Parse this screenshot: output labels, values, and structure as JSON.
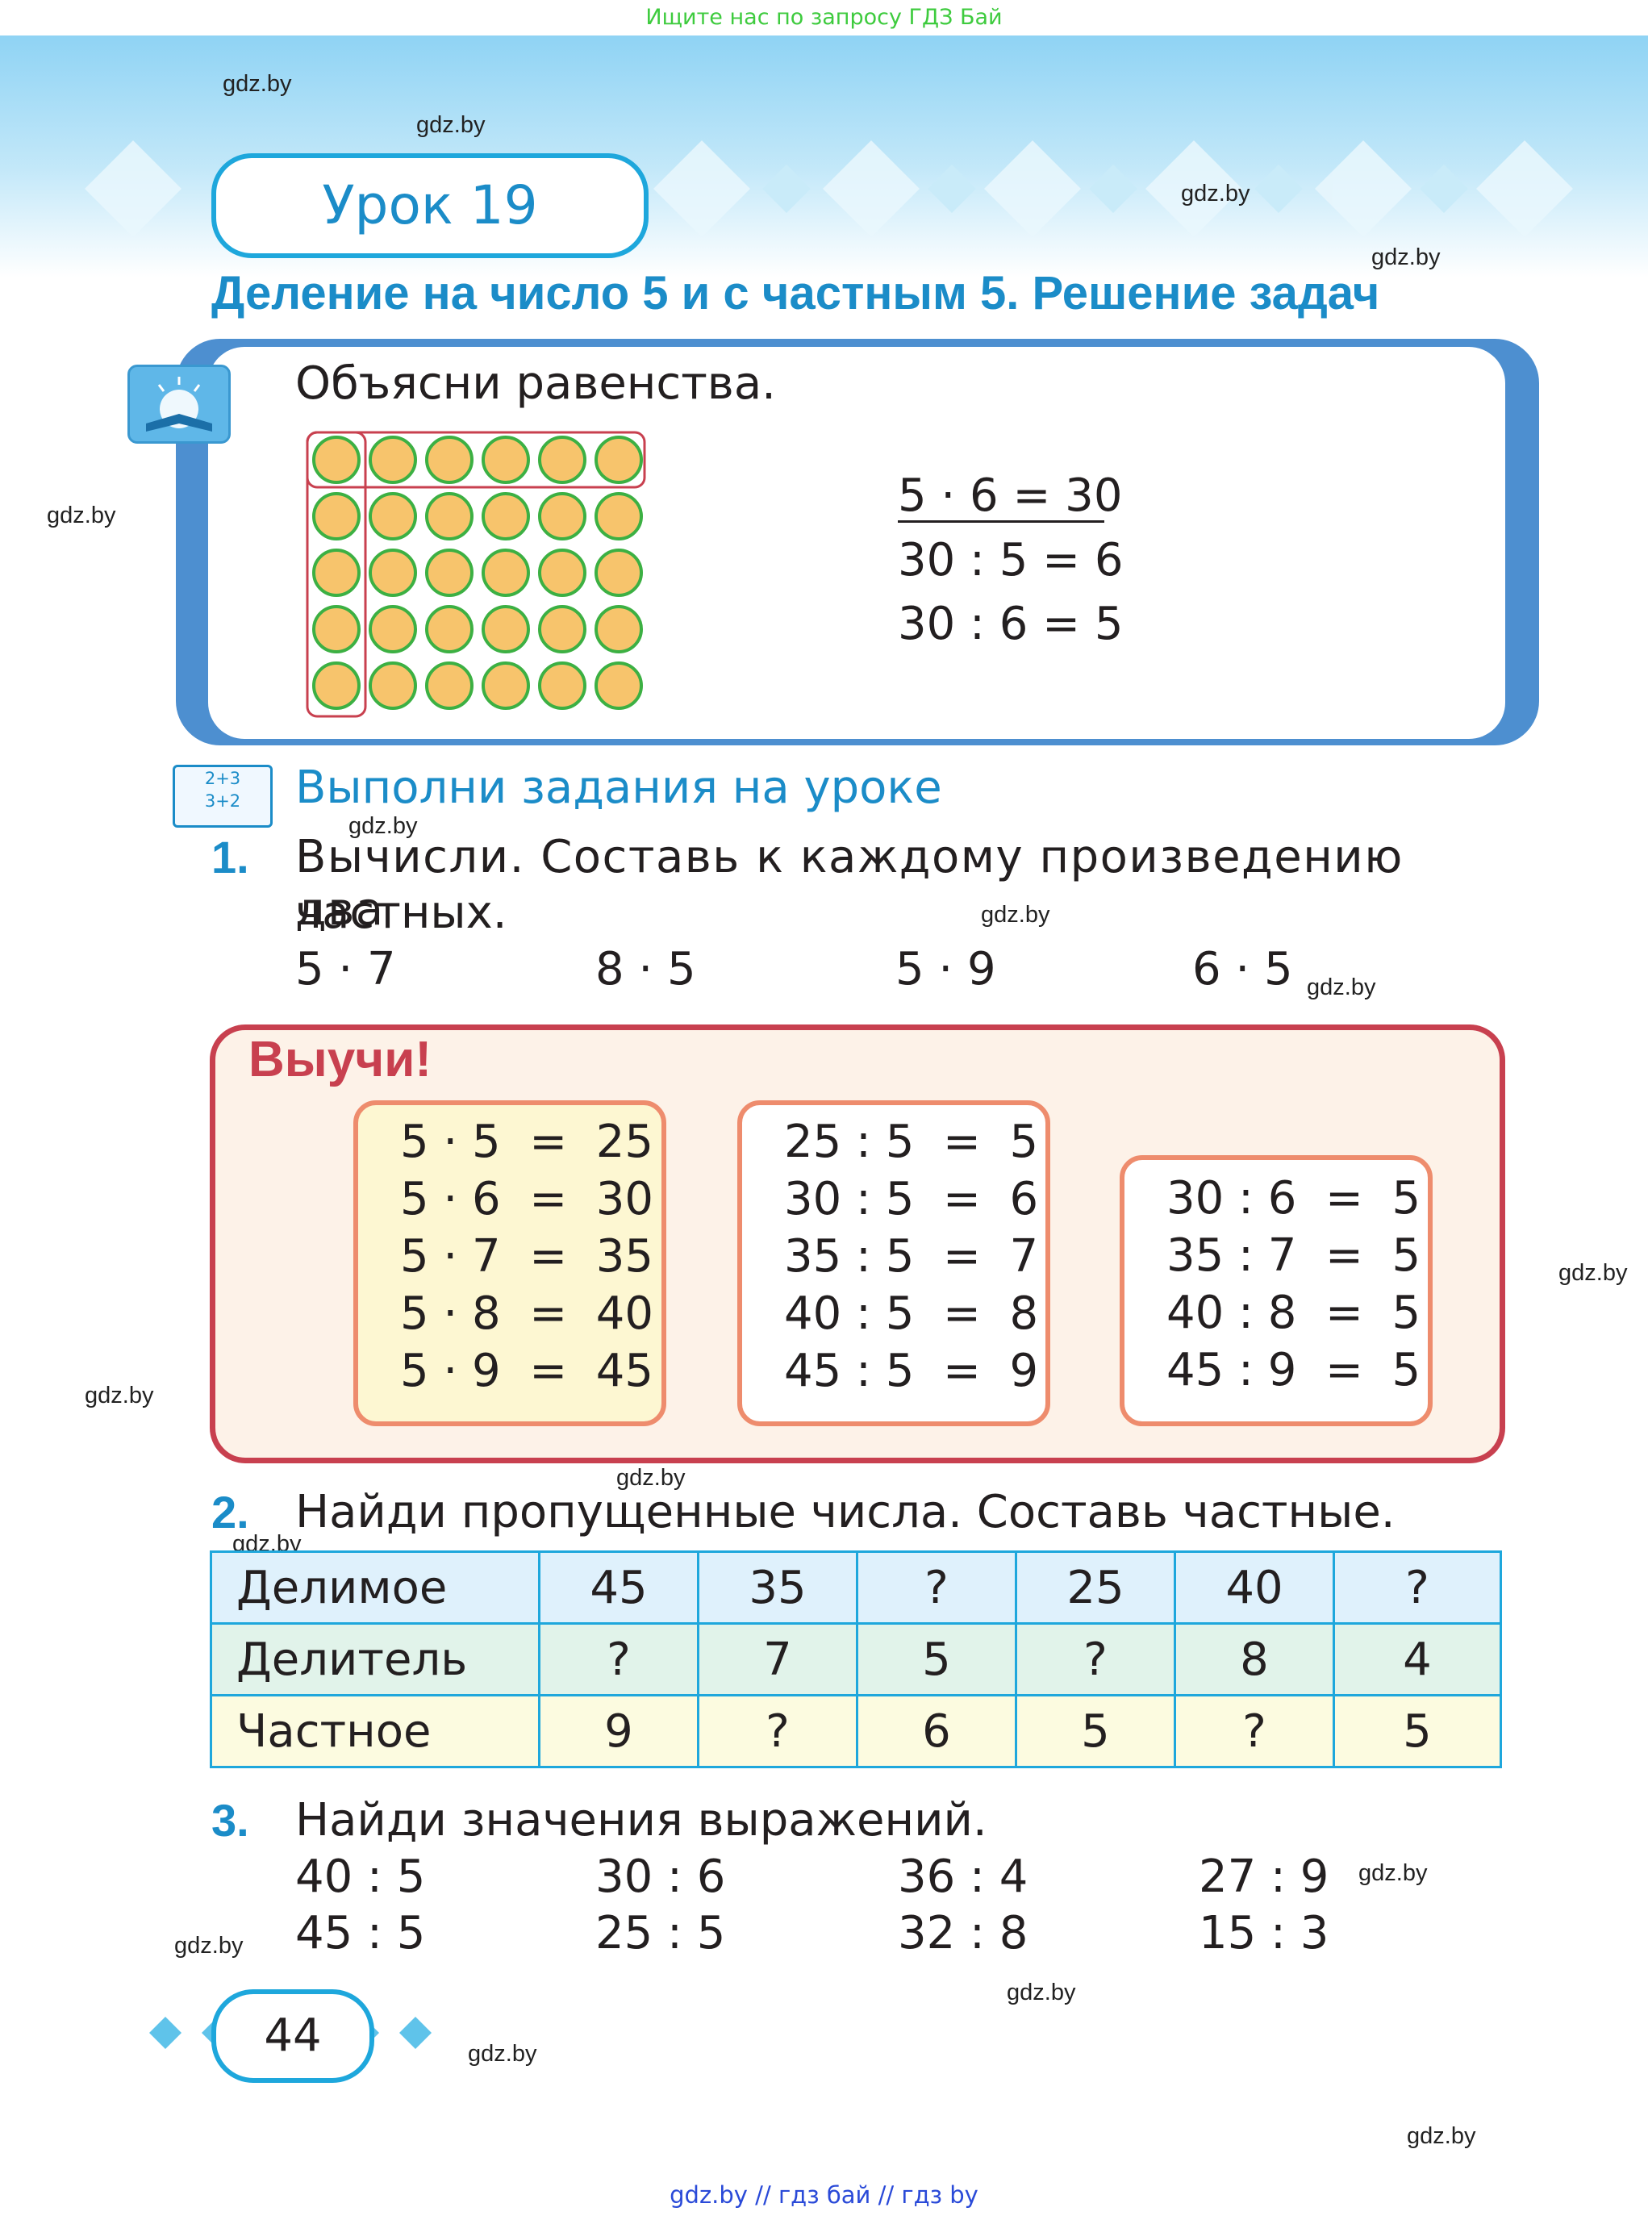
{
  "top_banner": "Ищите нас по запросу ГДЗ Бай",
  "watermark": "gdz.by",
  "lesson": {
    "title": "Урок 19",
    "heading": "Деление на число 5 и с частным 5. Решение задач"
  },
  "explain": {
    "prompt": "Объясни равенства.",
    "grid": {
      "rows": 5,
      "columns": 6
    },
    "equations": [
      "5 · 6 = 30",
      "30 : 5 = 6",
      "30 : 6 = 5"
    ]
  },
  "section_heading": "Выполни задания на уроке",
  "icon_text": [
    "2+3",
    "3+2"
  ],
  "task1": {
    "number": "1.",
    "text_line1": "Вычисли. Составь к каждому произведению два",
    "text_line2": "частных.",
    "expressions": [
      "5 · 7",
      "8 · 5",
      "5 · 9",
      "6 · 5"
    ]
  },
  "learn": {
    "title": "Выучи!",
    "box1": [
      "5 · 5  =  25",
      "5 · 6  =  30",
      "5 · 7  =  35",
      "5 · 8  =  40",
      "5 · 9  =  45"
    ],
    "box2": [
      "25 : 5  =  5",
      "30 : 5  =  6",
      "35 : 5  =  7",
      "40 : 5  =  8",
      "45 : 5  =  9"
    ],
    "box3": [
      "30 : 6  =  5",
      "35 : 7  =  5",
      "40 : 8  =  5",
      "45 : 9  =  5"
    ]
  },
  "task2": {
    "number": "2.",
    "text": "Найди пропущенные числа. Составь частные.",
    "rows": [
      {
        "label": "Делимое",
        "values": [
          "45",
          "35",
          "?",
          "25",
          "40",
          "?"
        ]
      },
      {
        "label": "Делитель",
        "values": [
          "?",
          "7",
          "5",
          "?",
          "8",
          "4"
        ]
      },
      {
        "label": "Частное",
        "values": [
          "9",
          "?",
          "6",
          "5",
          "?",
          "5"
        ]
      }
    ]
  },
  "task3": {
    "number": "3.",
    "text": "Найди значения выражений.",
    "row1": [
      "40 : 5",
      "30 : 6",
      "36 : 4",
      "27 : 9"
    ],
    "row2": [
      "45 : 5",
      "25 : 5",
      "32 : 8",
      "15 : 3"
    ]
  },
  "page_number": "44",
  "footer": "gdz.by  //  гдз бай  //  гдз by",
  "colors": {
    "blue": "#1b8cc8",
    "red": "#c8404f",
    "circle_fill": "#f7c46c",
    "circle_stroke": "#3cb043"
  }
}
